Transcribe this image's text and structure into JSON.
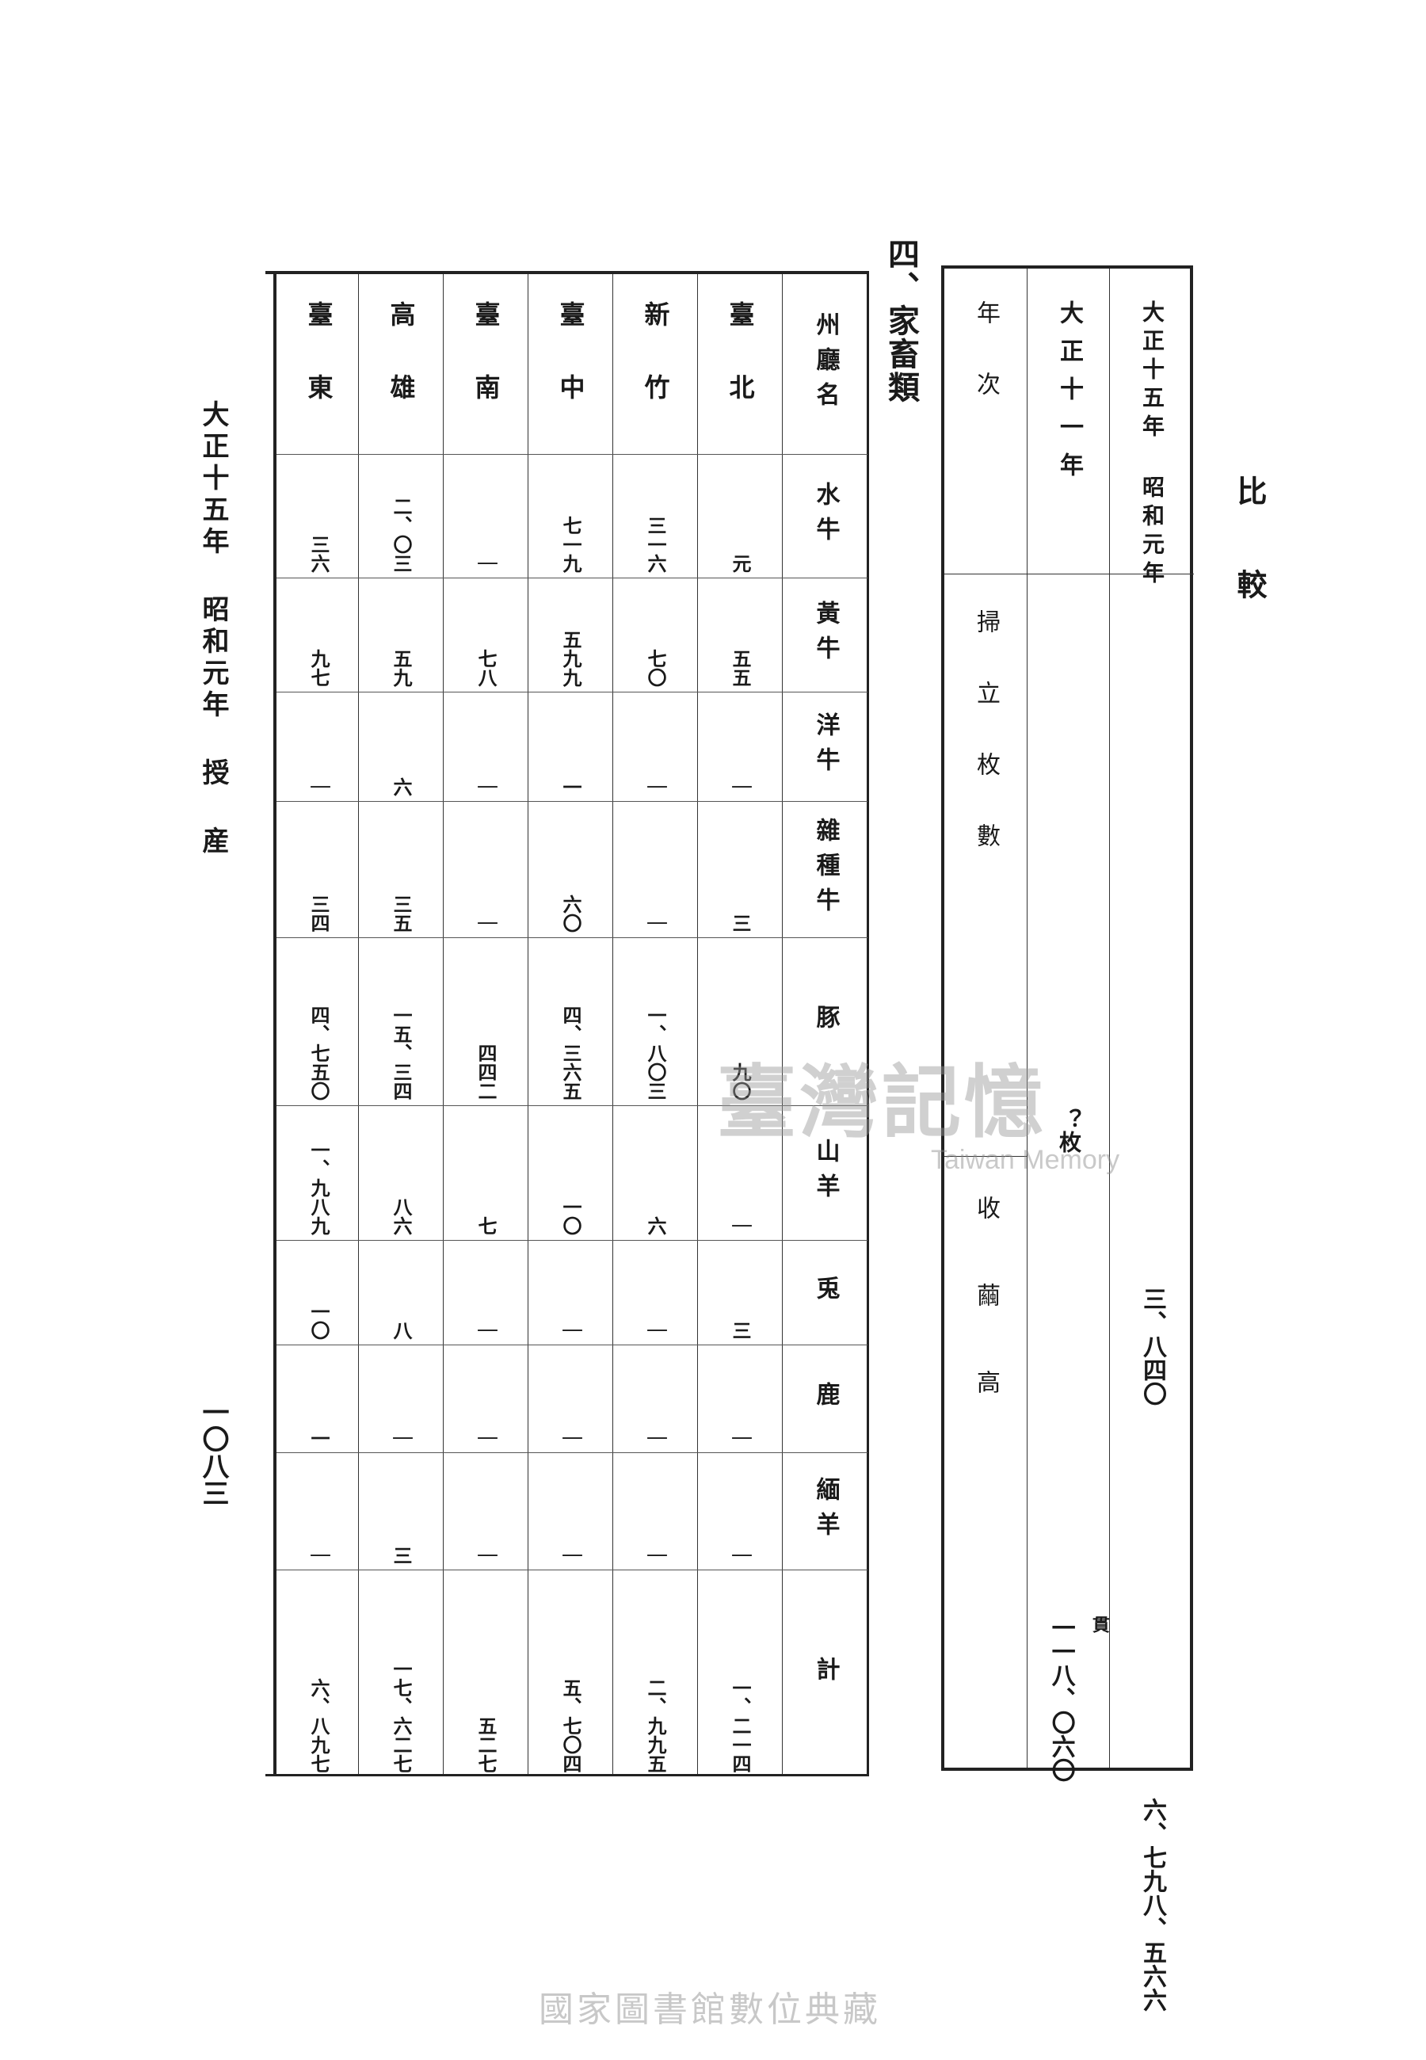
{
  "page": {
    "heading": "比較",
    "section_title": "四、家畜類",
    "running_head": "大正十五年 昭和元年 授 産",
    "page_number": "一〇八三",
    "watermark": "臺灣記憶",
    "watermark_sub": "Taiwan Memory",
    "footer": "國家圖書館數位典藏"
  },
  "compare_table": {
    "headers": {
      "year": "年次",
      "sheets": "掃立枚數",
      "yield": "收繭高"
    },
    "rows": [
      {
        "year": "大正十一年",
        "sheets": "？枚",
        "yield": "一一八、〇六〇",
        "yield_unit": "貫"
      },
      {
        "year": "大正十五年 昭和元年",
        "sheets": "三、八四〇",
        "yield": "六、七九八、五六六"
      }
    ]
  },
  "livestock_table": {
    "header_label": "州廳名",
    "columns": [
      "水牛",
      "黃牛",
      "洋牛",
      "雜種牛",
      "豚",
      "山羊",
      "兎",
      "鹿",
      "緬羊",
      "計"
    ],
    "rows": [
      {
        "name": "臺北",
        "values": [
          "元",
          "五五",
          "｜",
          "三",
          "九〇",
          "｜",
          "三",
          "｜",
          "｜",
          "一、二一四"
        ]
      },
      {
        "name": "新竹",
        "values": [
          "三一六",
          "七〇",
          "｜",
          "｜",
          "一、八〇三",
          "六",
          "｜",
          "｜",
          "｜",
          "二、九九五"
        ]
      },
      {
        "name": "臺中",
        "values": [
          "七一九",
          "五九九",
          "一",
          "六〇",
          "四、三六五",
          "一〇",
          "｜",
          "｜",
          "｜",
          "五、七〇四"
        ]
      },
      {
        "name": "臺南",
        "values": [
          "｜",
          "七八",
          "｜",
          "｜",
          "四四二",
          "七",
          "｜",
          "｜",
          "｜",
          "五二七"
        ]
      },
      {
        "name": "高雄",
        "values": [
          "二、〇三",
          "五九",
          "六",
          "三五",
          "一五、三四",
          "八六",
          "八",
          "｜",
          "三",
          "一七、六二七"
        ]
      },
      {
        "name": "臺東",
        "values": [
          "三六",
          "九七",
          "｜",
          "三四",
          "四、七五〇",
          "一、九八九",
          "一〇",
          "一",
          "｜",
          "六、八九七"
        ]
      }
    ]
  }
}
